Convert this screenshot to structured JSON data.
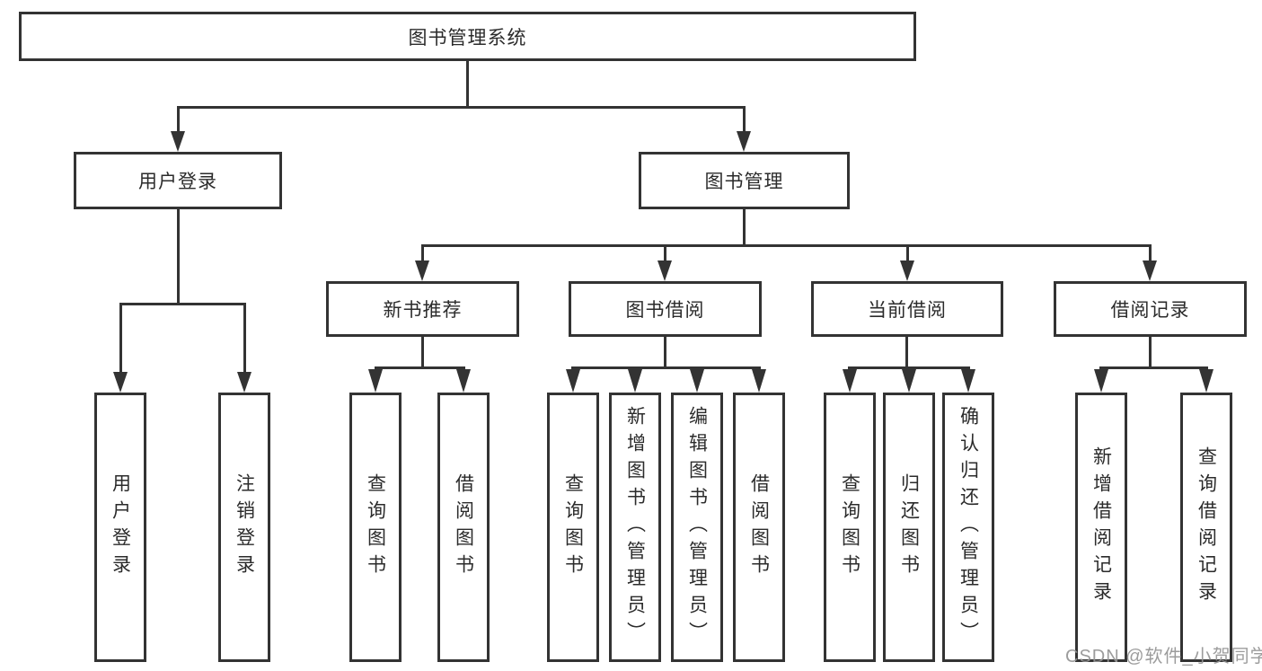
{
  "diagram_title": "图书管理系统",
  "nodes": {
    "root": {
      "label": "图书管理系统"
    },
    "user_login": {
      "label": "用户登录"
    },
    "book_mgmt": {
      "label": "图书管理"
    },
    "new_book_rec": {
      "label": "新书推荐"
    },
    "book_borrow": {
      "label": "图书借阅"
    },
    "current_borrow": {
      "label": "当前借阅"
    },
    "borrow_record": {
      "label": "借阅记录"
    },
    "leaf_user_login": {
      "label": "用户登录"
    },
    "leaf_logout": {
      "label": "注销登录"
    },
    "leaf_query_book_1": {
      "label": "查询图书"
    },
    "leaf_borrow_book_1": {
      "label": "借阅图书"
    },
    "leaf_query_book_2": {
      "label": "查询图书"
    },
    "leaf_add_book": {
      "label": "新增图书（管理员）"
    },
    "leaf_edit_book": {
      "label": "编辑图书（管理员）"
    },
    "leaf_borrow_book_2": {
      "label": "借阅图书"
    },
    "leaf_query_book_3": {
      "label": "查询图书"
    },
    "leaf_return_book": {
      "label": "归还图书"
    },
    "leaf_confirm_return": {
      "label": "确认归还（管理员）"
    },
    "leaf_add_record": {
      "label": "新增借阅记录"
    },
    "leaf_query_record": {
      "label": "查询借阅记录"
    }
  },
  "watermark": {
    "text": "CSDN @软件_小贺同学"
  },
  "colors": {
    "line": "#333333",
    "box_border": "#333333",
    "box_fill": "#ffffff",
    "text": "#2b2b2b",
    "watermark": "#949494",
    "background": "#ffffff"
  }
}
